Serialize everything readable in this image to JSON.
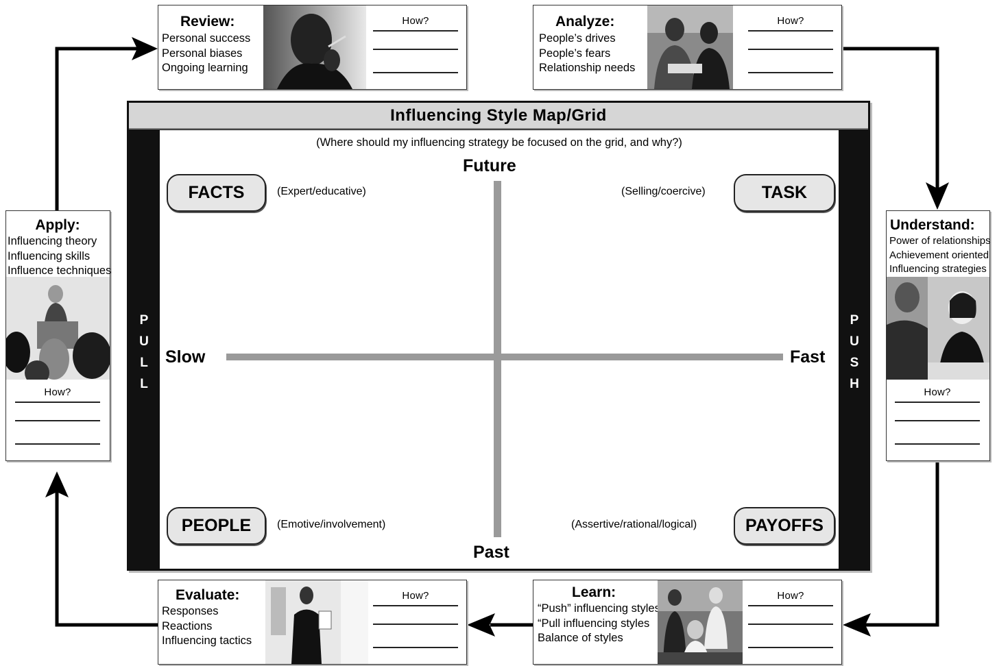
{
  "grid": {
    "title": "Influencing Style Map/Grid",
    "question": "(Where should my influencing strategy be focused on the grid, and why?)",
    "side_left": [
      "P",
      "U",
      "L",
      "L"
    ],
    "side_right": [
      "P",
      "U",
      "S",
      "H"
    ],
    "axes": {
      "top": "Future",
      "bottom": "Past",
      "left": "Slow",
      "right": "Fast"
    },
    "quadrants": {
      "facts": {
        "label": "FACTS",
        "note": "(Expert/educative)"
      },
      "task": {
        "label": "TASK",
        "note": "(Selling/coercive)"
      },
      "people": {
        "label": "PEOPLE",
        "note": "(Emotive/involvement)"
      },
      "payoffs": {
        "label": "PAYOFFS",
        "note": "(Assertive/rational/logical)"
      }
    }
  },
  "stages": {
    "review": {
      "title": "Review:",
      "items": [
        "Personal success",
        "Personal biases",
        "Ongoing learning"
      ],
      "how": "How?"
    },
    "analyze": {
      "title": "Analyze:",
      "items": [
        "People’s drives",
        "People’s fears",
        "Relationship needs"
      ],
      "how": "How?"
    },
    "understand": {
      "title": "Understand:",
      "items": [
        "Power of relationships",
        "Achievement oriented",
        "Influencing strategies"
      ],
      "how": "How?"
    },
    "learn": {
      "title": "Learn:",
      "items": [
        "“Push” influencing styles",
        "“Pull influencing styles",
        "Balance of styles"
      ],
      "how": "How?"
    },
    "evaluate": {
      "title": "Evaluate:",
      "items": [
        "Responses",
        "Reactions",
        "Influencing tactics"
      ],
      "how": "How?"
    },
    "apply": {
      "title": "Apply:",
      "items": [
        "Influencing theory",
        "Influencing skills",
        "Influence techniques"
      ],
      "how": "How?"
    }
  },
  "colors": {
    "frame": "#111111",
    "title_bar": "#d6d6d6",
    "cross": "#9a9a9a",
    "pill_fill": "#e6e6e6",
    "arrow": "#000000"
  },
  "icons": [
    "photo-man-thinking",
    "photo-two-men-talking",
    "photo-meeting",
    "photo-team",
    "photo-woman-presenting",
    "photo-lecture"
  ]
}
